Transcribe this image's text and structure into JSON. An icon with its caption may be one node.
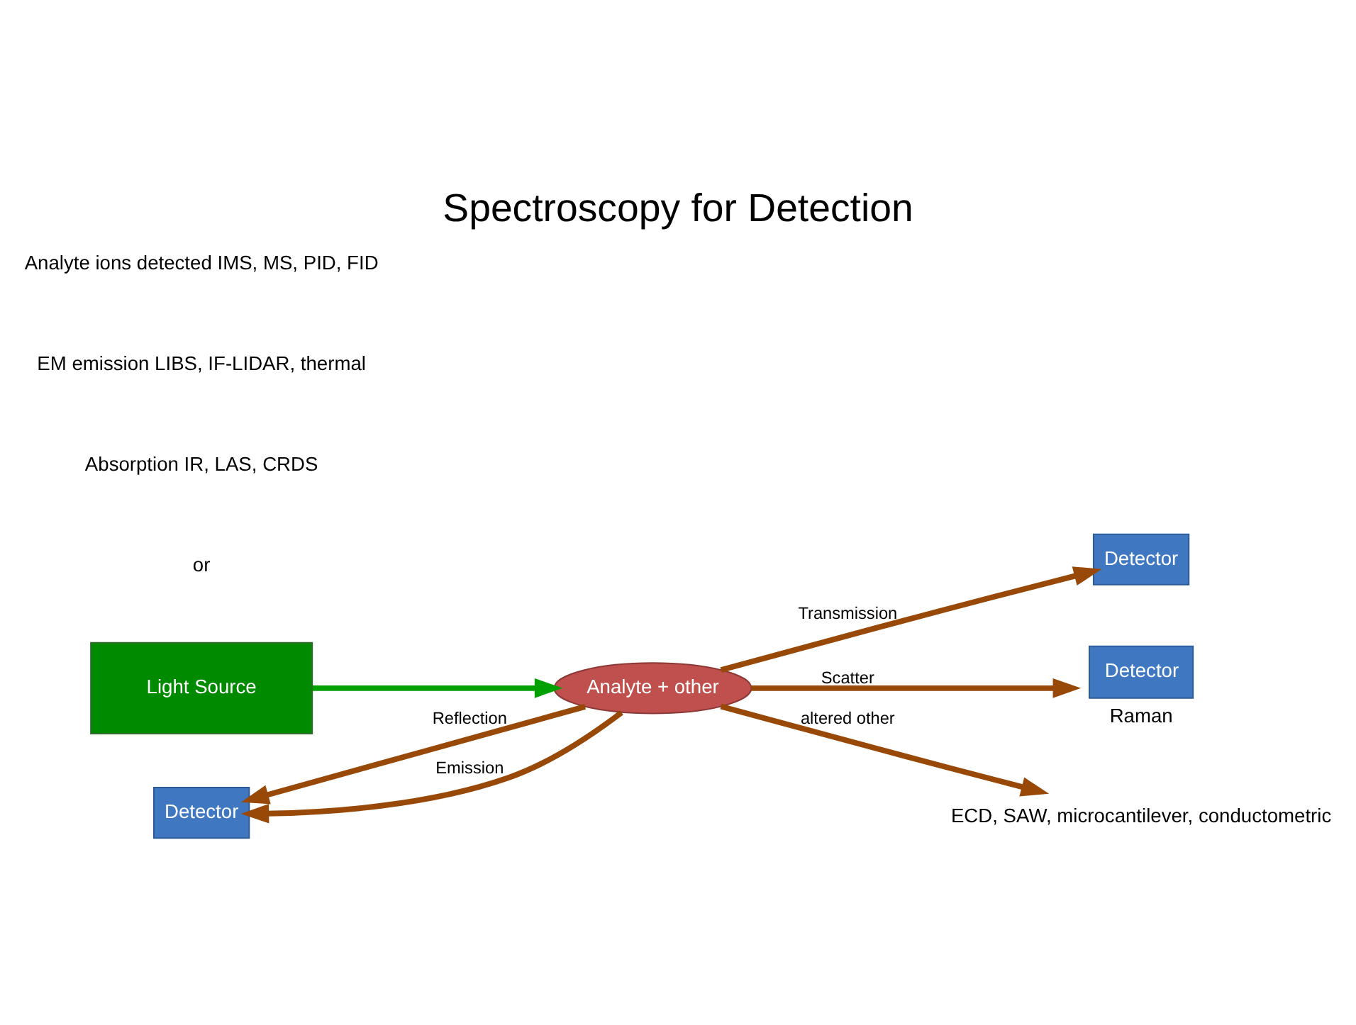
{
  "diagram": {
    "title": "Spectroscopy for Detection",
    "nodes": [
      {
        "text": [
          "Light Source"
        ]
      },
      {
        "text": [
          "Analyte + other"
        ]
      },
      {
        "text": [
          "Detector"
        ]
      },
      {
        "text": [
          "Detector"
        ]
      },
      {
        "text": [
          "Detector"
        ],
        "beside": [
          "Raman"
        ]
      },
      {
        "text": [
          "ECD, SAW, microcantilever, conductometric"
        ]
      }
    ],
    "edges": [
      {
        "from": 0,
        "to": 1,
        "arrow": "to",
        "color": "#00a000"
      },
      {
        "from": 1,
        "to": 2,
        "arrow": "to",
        "label": "Transmission"
      },
      {
        "from": 1,
        "to": 3,
        "arrow": "to",
        "label": "Reflection"
      },
      {
        "from": 1,
        "to": 3,
        "arrow": "to",
        "label": "Emission"
      },
      {
        "from": 1,
        "to": 4,
        "arrow": "to",
        "label": "Scatter"
      },
      {
        "from": 1,
        "to": 5,
        "arrow": "to",
        "label": "altered other"
      }
    ],
    "labels": [
      "or",
      "Absorption IR, LAS, CRDS",
      "EM emission LIBS, IF-LIDAR, thermal",
      "Analyte ions detected IMS, MS, PID, FID"
    ]
  }
}
